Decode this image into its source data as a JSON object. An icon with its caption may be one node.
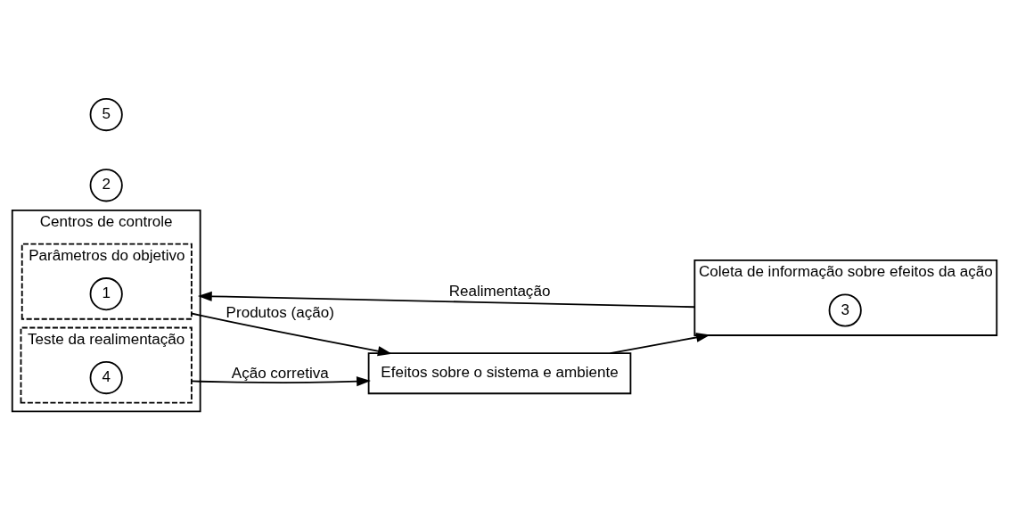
{
  "diagram": {
    "nodes": [
      {
        "text": [
          "Centros de controle"
        ]
      },
      {
        "text": [
          "Parâmetros do objetivo"
        ],
        "in": 0
      },
      {
        "text": [
          "1"
        ],
        "in": 1
      },
      {
        "text": [
          "Teste da realimentação"
        ],
        "in": 0
      },
      {
        "text": [
          "4"
        ],
        "in": 3
      },
      {
        "text": [
          "2"
        ]
      },
      {
        "text": [
          "5"
        ]
      },
      {
        "text": [
          "Efeitos sobre o sistema e ambiente"
        ]
      },
      {
        "text": [
          "Coleta de informação sobre efeitos da ação"
        ]
      },
      {
        "text": [
          "3"
        ],
        "in": 8
      }
    ],
    "edges": [
      {
        "from": 1,
        "to": 7,
        "arrow": "to",
        "label": "Produtos (ação)"
      },
      {
        "from": 3,
        "to": 7,
        "arrow": "to",
        "label": "Ação corretiva"
      },
      {
        "from": 7,
        "to": 8,
        "arrow": "to"
      },
      {
        "from": 8,
        "to": 0,
        "arrow": "to",
        "label": "Realimentação"
      }
    ]
  }
}
